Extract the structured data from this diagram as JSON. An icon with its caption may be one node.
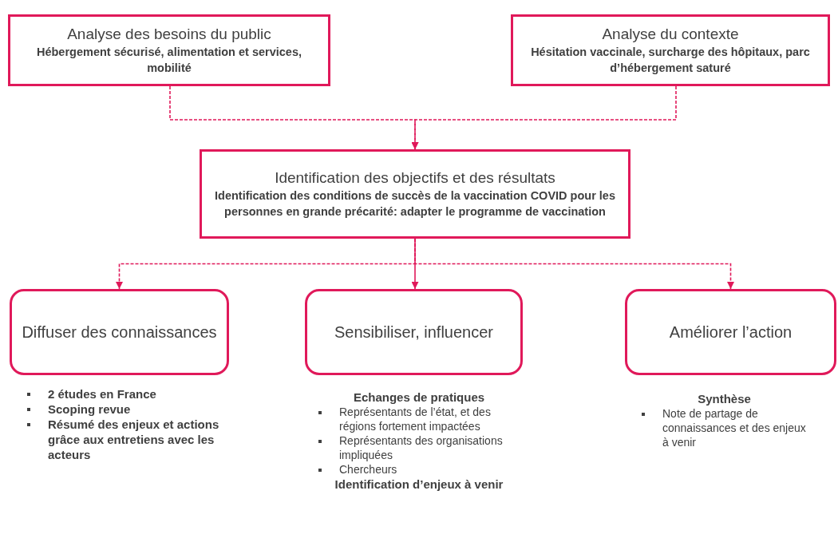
{
  "diagram": {
    "nodes": [
      {
        "text": [
          "Analyse des besoins du public",
          "Hébergement sécurisé, alimentation et services, mobilité"
        ]
      },
      {
        "text": [
          "Analyse du contexte",
          "Hésitation vaccinale, surcharge des hôpitaux, parc d’hébergement saturé"
        ]
      },
      {
        "text": [
          "Identification des objectifs et des résultats",
          "Identification des conditions de succès de la vaccination COVID pour les personnes en grande précarité: adapter le programme de vaccination"
        ]
      },
      {
        "text": [
          "Diffuser des connaissances"
        ],
        "beside": [
          "2 études en France",
          "Scoping revue",
          "Résumé des enjeux et actions grâce aux entretiens avec les acteurs"
        ]
      },
      {
        "text": [
          "Sensibiliser, influencer"
        ],
        "beside": [
          "Echanges de pratiques",
          "Représentants de l’état, et des régions fortement impactées",
          "Représentants des organisations impliquées",
          "Chercheurs",
          "Identification d’enjeux à venir"
        ]
      },
      {
        "text": [
          "Améliorer l’action"
        ],
        "beside": [
          "Synthèse",
          "Note de partage de connaissances et des enjeux à venir"
        ]
      }
    ],
    "edges": [
      {
        "from": 0,
        "to": 2,
        "arrow": "to",
        "style": "dashed"
      },
      {
        "from": 1,
        "to": 2,
        "arrow": "to",
        "style": "dashed"
      },
      {
        "from": 2,
        "to": 3,
        "arrow": "to",
        "style": "dashed"
      },
      {
        "from": 2,
        "to": 4,
        "arrow": "to"
      },
      {
        "from": 2,
        "to": 5,
        "arrow": "to",
        "style": "dashed"
      }
    ]
  }
}
